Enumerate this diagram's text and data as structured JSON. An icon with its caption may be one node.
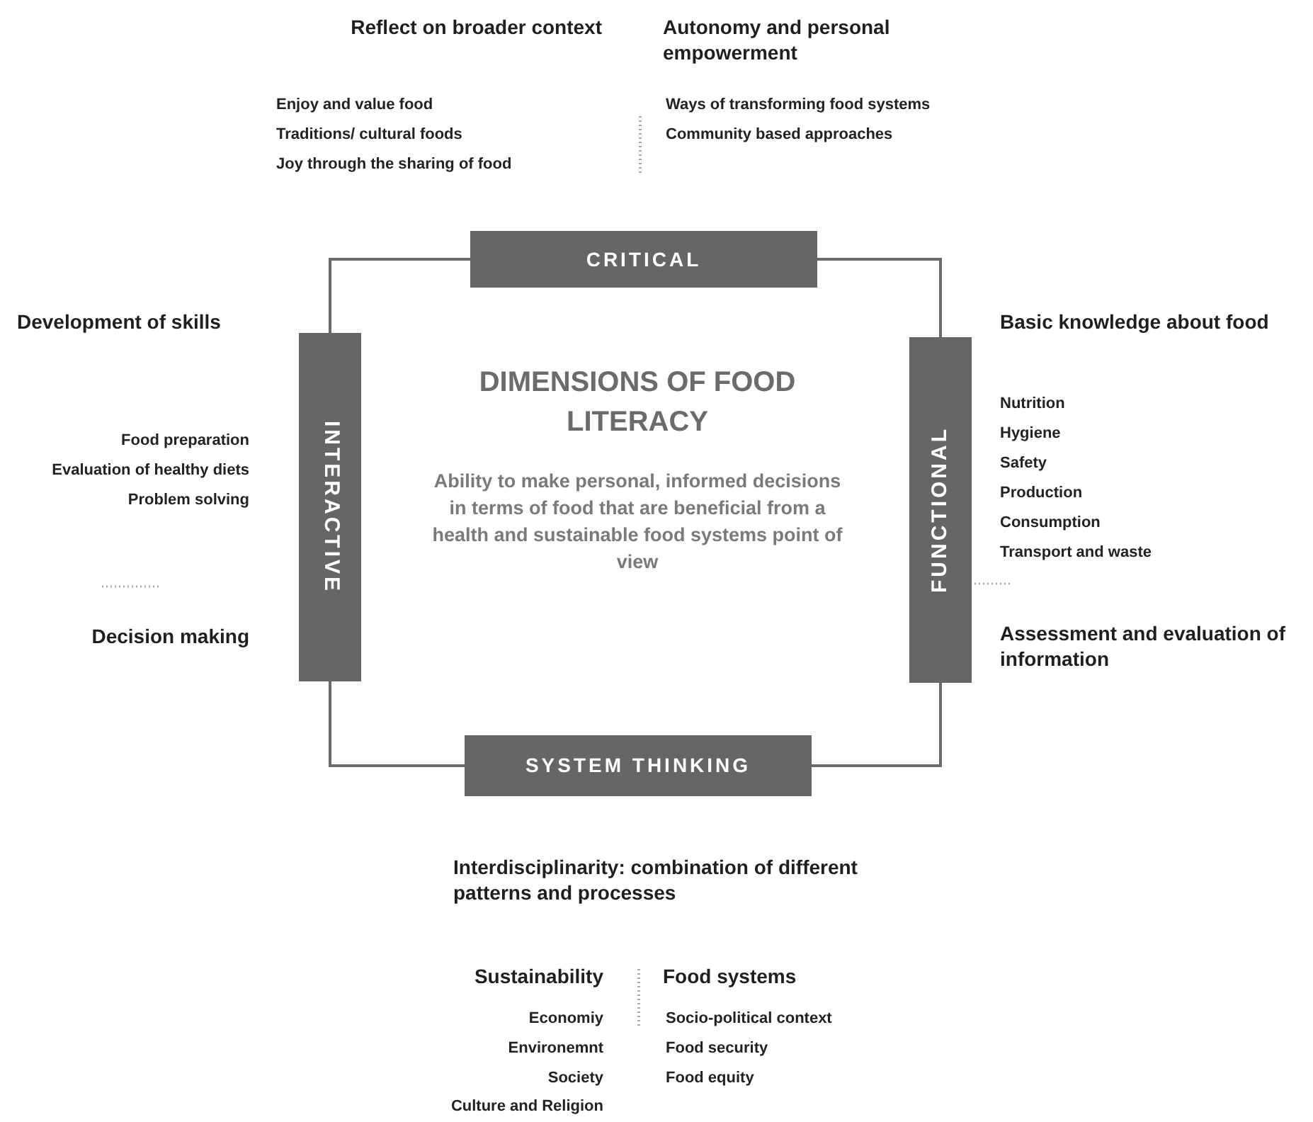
{
  "diagram": {
    "title": "DIMENSIONS OF FOOD LITERACY",
    "nodes": [
      {
        "text": [
          "CRITICAL"
        ]
      },
      {
        "text": [
          "INTERACTIVE"
        ]
      },
      {
        "text": [
          "FUNCTIONAL"
        ]
      },
      {
        "text": [
          "SYSTEM THINKING"
        ]
      }
    ],
    "edges": [
      {
        "from": 0,
        "to": 2,
        "arrow": "none"
      },
      {
        "from": 2,
        "to": 3,
        "arrow": "none"
      },
      {
        "from": 3,
        "to": 1,
        "arrow": "none"
      },
      {
        "from": 1,
        "to": 0,
        "arrow": "none"
      }
    ],
    "labels": [
      "Reflect on broader context",
      "Autonomy and personal empowerment",
      "Enjoy and value food",
      "Ways of transforming food systems",
      "Traditions/ cultural foods",
      "Community based approaches",
      "Joy through the sharing of food",
      "Development of skills",
      "Basic knowledge about food",
      "Food preparation",
      "Nutrition",
      "Evaluation of healthy diets",
      "Hygiene",
      "Problem solving",
      "Safety",
      "Production",
      "Consumption",
      "Transport and waste",
      "Decision making",
      "Assessment and evaluation of information",
      "Ability to make personal, informed decisions in terms of food that are beneficial from a health and sustainable food systems point of view",
      "Interdisciplinarity: combination of different patterns and processes",
      "Sustainability",
      "Food systems",
      "Economiy",
      "Socio-political context",
      "Environemnt",
      "Food security",
      "Society",
      "Food equity",
      "Culture and Religion"
    ]
  }
}
